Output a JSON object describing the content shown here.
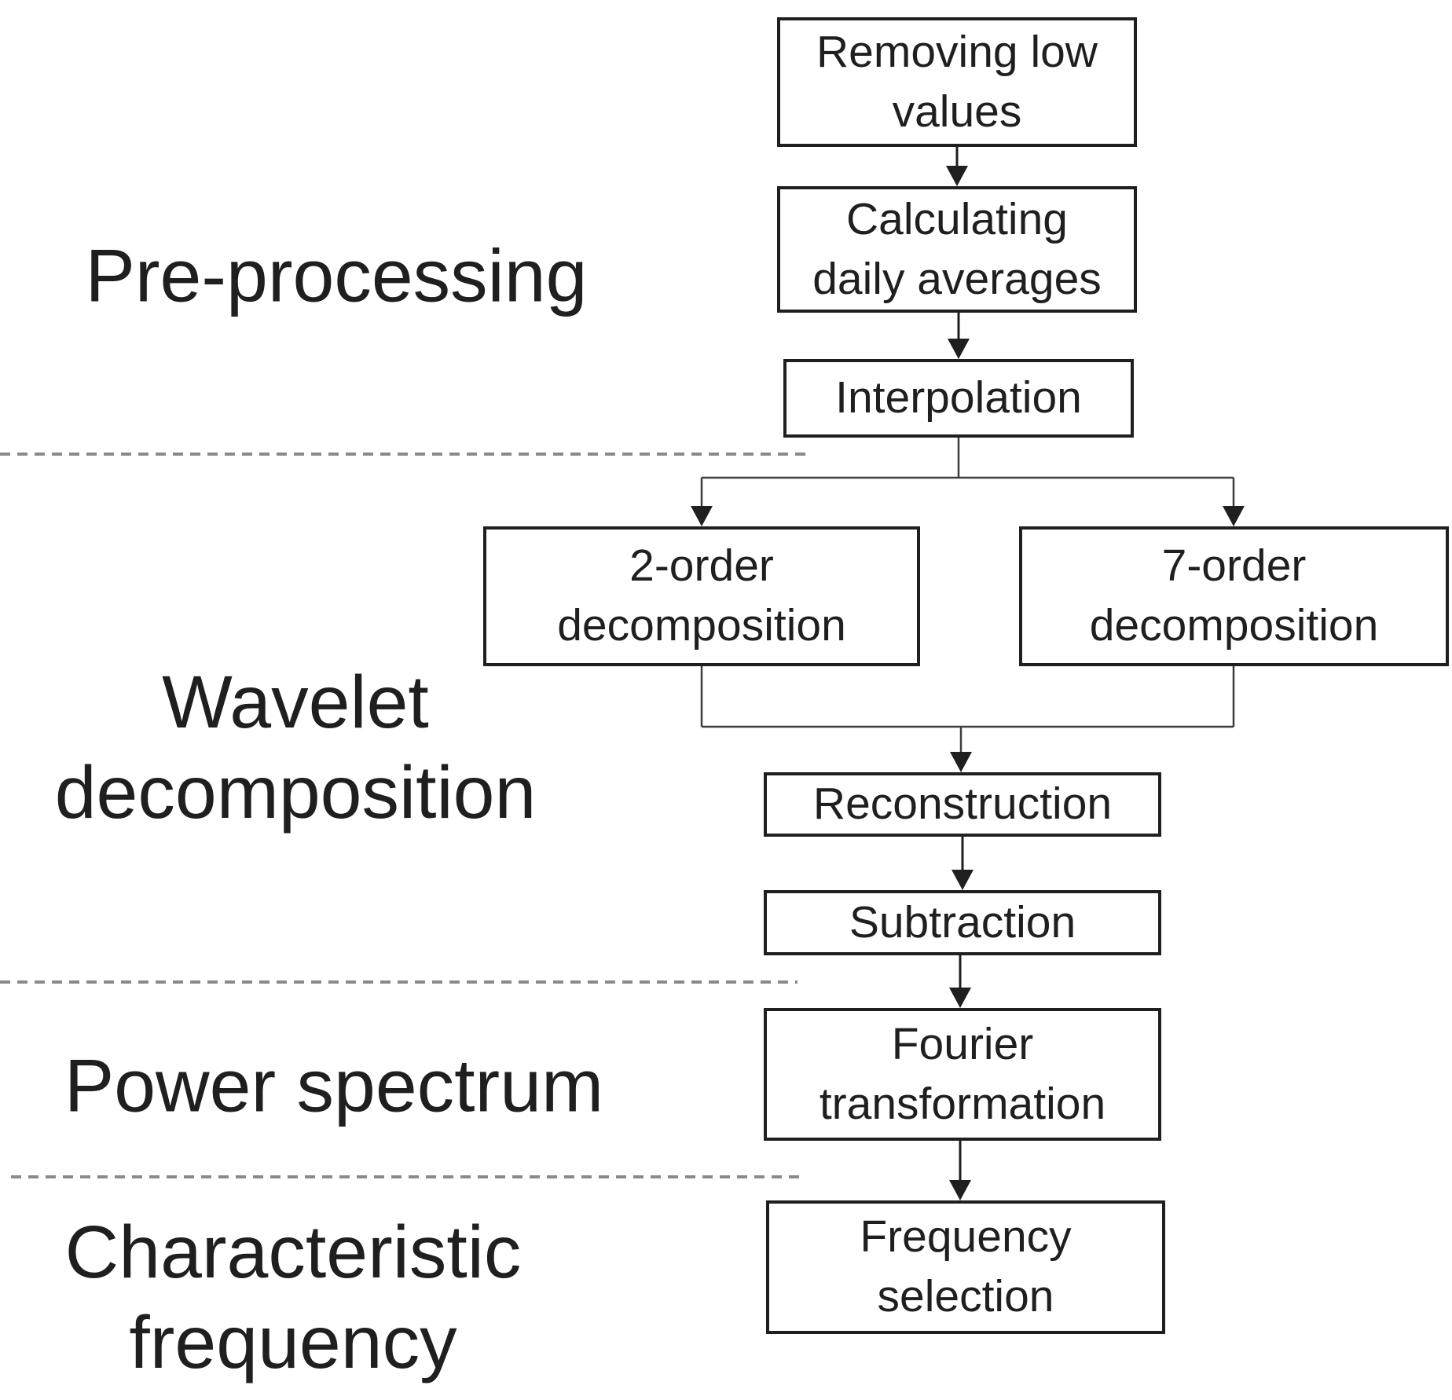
{
  "figure": {
    "background": "#ffffff",
    "box_border_color": "#1f1f1f",
    "text_color": "#1f1f1f",
    "divider_color": "#8a8a8a",
    "connector_color": "#3d3d3d",
    "arrow_color": "#1f1f1f"
  },
  "section_labels": [
    {
      "id": "pre-processing",
      "label": "Pre-processing"
    },
    {
      "id": "wavelet-decomposition",
      "label": "Wavelet\ndecomposition"
    },
    {
      "id": "power-spectrum",
      "label": "Power spectrum"
    },
    {
      "id": "characteristic-frequency",
      "label": "Characteristic\nfrequency"
    }
  ],
  "nodes": [
    {
      "id": "removing-low-values",
      "label": "Removing low\nvalues"
    },
    {
      "id": "calculating-daily-averages",
      "label": "Calculating\ndaily averages"
    },
    {
      "id": "interpolation",
      "label": "Interpolation"
    },
    {
      "id": "order2-decomposition",
      "label": "2-order\ndecomposition"
    },
    {
      "id": "order7-decomposition",
      "label": "7-order\ndecomposition"
    },
    {
      "id": "reconstruction",
      "label": "Reconstruction"
    },
    {
      "id": "subtraction",
      "label": "Subtraction"
    },
    {
      "id": "fourier-transformation",
      "label": "Fourier\ntransformation"
    },
    {
      "id": "frequency-selection",
      "label": "Frequency\nselection"
    }
  ],
  "flow": [
    {
      "from": "Removing low values",
      "to": "Calculating daily averages"
    },
    {
      "from": "Calculating daily averages",
      "to": "Interpolation"
    },
    {
      "from": "Interpolation",
      "to": "2-order decomposition"
    },
    {
      "from": "Interpolation",
      "to": "7-order decomposition"
    },
    {
      "from": "2-order decomposition",
      "to": "Reconstruction"
    },
    {
      "from": "7-order decomposition",
      "to": "Reconstruction"
    },
    {
      "from": "Reconstruction",
      "to": "Subtraction"
    },
    {
      "from": "Subtraction",
      "to": "Fourier transformation"
    },
    {
      "from": "Fourier transformation",
      "to": "Frequency selection"
    }
  ]
}
